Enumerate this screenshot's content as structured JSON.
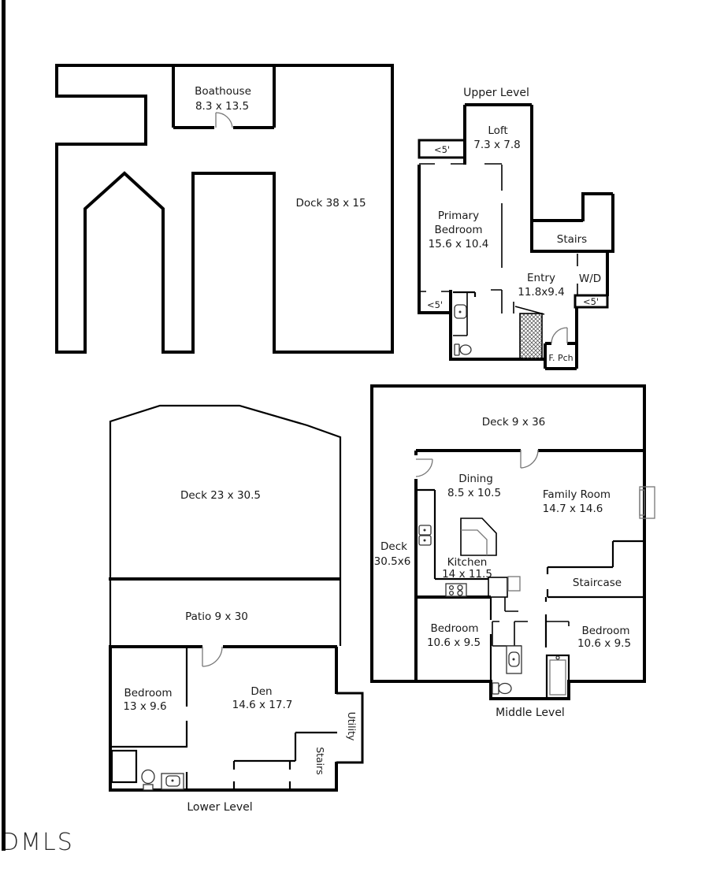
{
  "watermark": "DMLS",
  "colors": {
    "wall": "#000000",
    "background": "#ffffff",
    "door_arc": "#777777",
    "text": "#1a1a1a",
    "watermark_bar": "#000000"
  },
  "dock": {
    "boathouse_name": "Boathouse",
    "boathouse_dim": "8.3 x 13.5",
    "dock_label": "Dock 38 x 15"
  },
  "upper": {
    "title": "Upper Level",
    "loft_name": "Loft",
    "loft_dim": "7.3 x 7.8",
    "lt5": "<5'",
    "primary_line1": "Primary",
    "primary_line2": "Bedroom",
    "primary_dim": "15.6 x 10.4",
    "stairs": "Stairs",
    "entry_name": "Entry",
    "entry_dim": "11.8x9.4",
    "wd": "W/D",
    "front_porch": "F. Pch"
  },
  "middle": {
    "title": "Middle Level",
    "deck_top": "Deck 9 x 36",
    "dining_name": "Dining",
    "dining_dim": "8.5 x 10.5",
    "family_name": "Family Room",
    "family_dim": "14.7 x 14.6",
    "deck_left_line1": "Deck",
    "deck_left_line2": "30.5x6",
    "kitchen_name": "Kitchen",
    "kitchen_dim": "14 x 11.5",
    "staircase": "Staircase",
    "bedroom_name": "Bedroom",
    "bedroom_dim": "10.6 x 9.5"
  },
  "lower": {
    "title": "Lower Level",
    "deck_label": "Deck 23 x 30.5",
    "patio_label": "Patio 9 x 30",
    "bedroom_name": "Bedroom",
    "bedroom_dim": "13 x 9.6",
    "den_name": "Den",
    "den_dim": "14.6 x 17.7",
    "utility": "Utility",
    "stairs": "Stairs"
  }
}
